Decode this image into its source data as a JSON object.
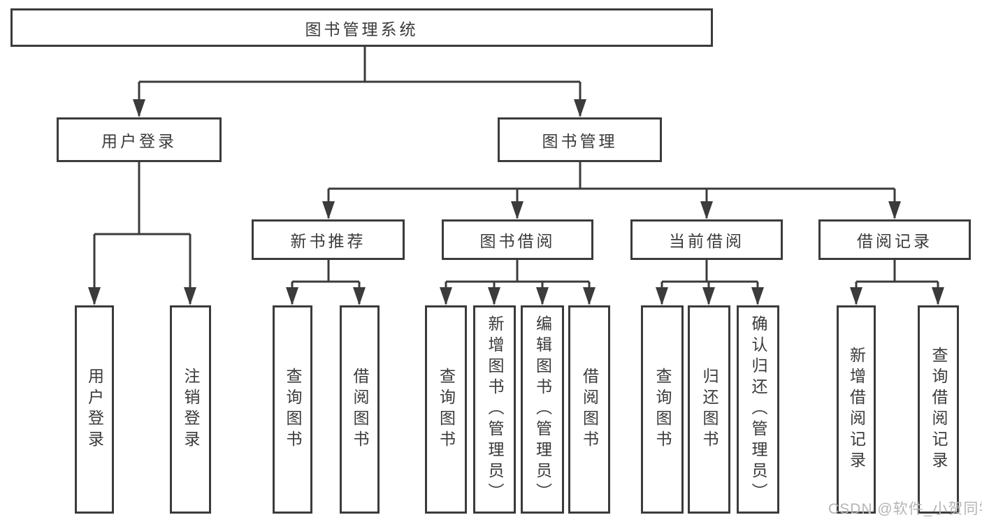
{
  "tree": {
    "label": "图书管理系统",
    "children": [
      {
        "label": "用户登录",
        "children": [
          {
            "label": "用户登录"
          },
          {
            "label": "注销登录"
          }
        ]
      },
      {
        "label": "图书管理",
        "children": [
          {
            "label": "新书推荐",
            "children": [
              {
                "label": "查询图书"
              },
              {
                "label": "借阅图书"
              }
            ]
          },
          {
            "label": "图书借阅",
            "children": [
              {
                "label": "查询图书"
              },
              {
                "label": "新增图书（管理员）"
              },
              {
                "label": "编辑图书（管理员）"
              },
              {
                "label": "借阅图书"
              }
            ]
          },
          {
            "label": "当前借阅",
            "children": [
              {
                "label": "查询图书"
              },
              {
                "label": "归还图书"
              },
              {
                "label": "确认归还（管理员）"
              }
            ]
          },
          {
            "label": "借阅记录",
            "children": [
              {
                "label": "新增借阅记录"
              },
              {
                "label": "查询借阅记录"
              }
            ]
          }
        ]
      }
    ]
  },
  "watermark": {
    "text": "CSDN @软件_小贺同学"
  },
  "colors": {
    "line": "#3b3b3b",
    "text": "#3a3a3a",
    "bg": "#ffffff",
    "watermark": "#b5b5b5"
  }
}
